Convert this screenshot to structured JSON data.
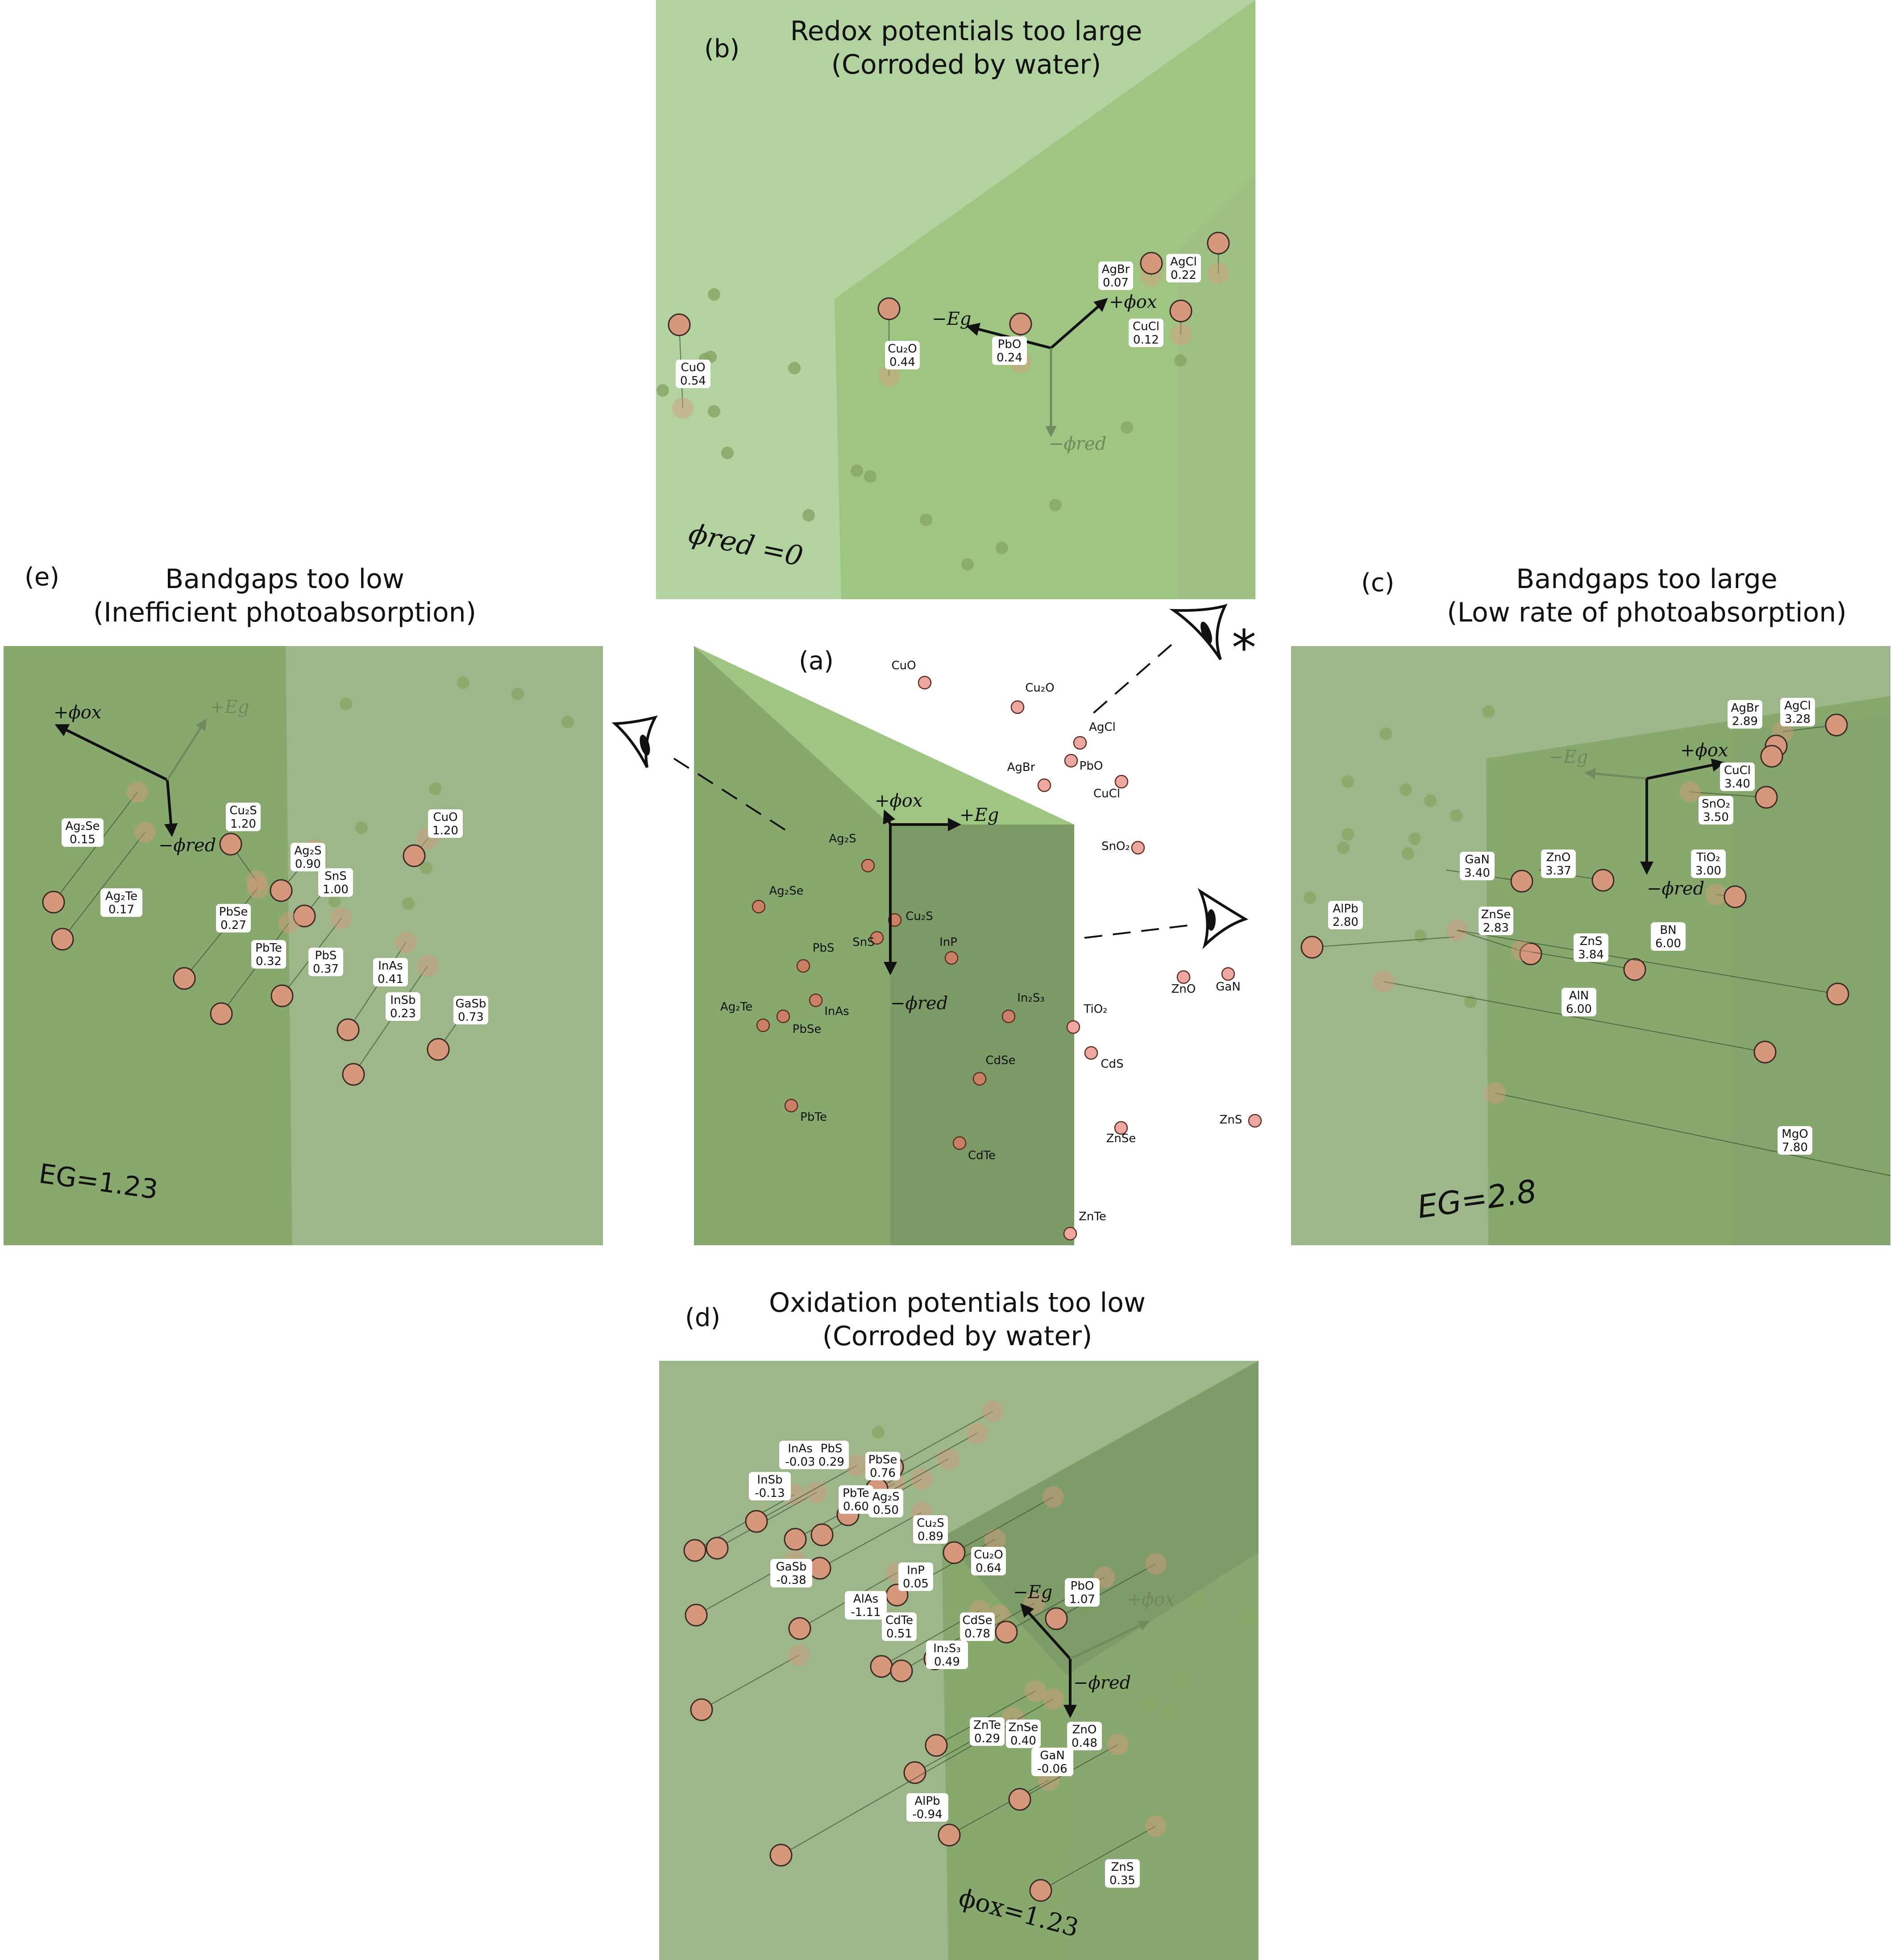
{
  "colors": {
    "green_light": "#b2d3a0",
    "green_mid": "#9fc583",
    "green_sage": "#9db78a",
    "green_dark": "#87a96e",
    "green_darker": "#7c9a66",
    "dot_big": "#d6987c",
    "dot_small": "#eea6a0",
    "dot_dim": "#8aa868"
  },
  "icons": [
    "eye-icon",
    "asterisk-icon"
  ],
  "panels": {
    "a": {
      "label": "(a)",
      "axes": {
        "phi_ox": "+ϕox",
        "e_g": "+Eg",
        "phi_red": "−ϕred"
      },
      "materials": [
        "CuO",
        "Cu₂O",
        "AgCl",
        "AgBr",
        "PbO",
        "CuCl",
        "SnO₂",
        "Ag₂S",
        "Ag₂Se",
        "Cu₂S",
        "SnS",
        "InP",
        "PbS",
        "Ag₂Te",
        "InAs",
        "PbSe",
        "In₂S₃",
        "TiO₂",
        "CdSe",
        "CdS",
        "PbTe",
        "ZnO",
        "GaN",
        "ZnSe",
        "ZnS",
        "CdTe",
        "ZnTe"
      ]
    },
    "b": {
      "label": "(b)",
      "title_1": "Redox potentials too large",
      "title_2": "(Corroded by water)",
      "plane_label": "ϕred =0",
      "axes": {
        "e_g": "−Eg",
        "phi_ox": "+ϕox",
        "phi_red": "−ϕred"
      },
      "materials": [
        {
          "name": "AgBr",
          "value": "0.07"
        },
        {
          "name": "AgCl",
          "value": "0.22"
        },
        {
          "name": "CuCl",
          "value": "0.12"
        },
        {
          "name": "PbO",
          "value": "0.24"
        },
        {
          "name": "Cu₂O",
          "value": "0.44"
        },
        {
          "name": "CuO",
          "value": "0.54"
        }
      ]
    },
    "c": {
      "label": "(c)",
      "title_1": "Bandgaps too large",
      "title_2": "(Low rate of photoabsorption)",
      "plane_label": "EG=2.8",
      "axes": {
        "e_g": "−Eg",
        "phi_ox": "+ϕox",
        "phi_red": "−ϕred"
      },
      "materials": [
        {
          "name": "AgBr",
          "value": "2.89"
        },
        {
          "name": "AgCl",
          "value": "3.28"
        },
        {
          "name": "CuCl",
          "value": "3.40"
        },
        {
          "name": "SnO₂",
          "value": "3.50"
        },
        {
          "name": "GaN",
          "value": "3.40"
        },
        {
          "name": "ZnO",
          "value": "3.37"
        },
        {
          "name": "TiO₂",
          "value": "3.00"
        },
        {
          "name": "AlPb",
          "value": "2.80"
        },
        {
          "name": "ZnSe",
          "value": "2.83"
        },
        {
          "name": "ZnS",
          "value": "3.84"
        },
        {
          "name": "BN",
          "value": "6.00"
        },
        {
          "name": "AlN",
          "value": "6.00"
        },
        {
          "name": "MgO",
          "value": "7.80"
        }
      ]
    },
    "d": {
      "label": "(d)",
      "title_1": "Oxidation potentials too low",
      "title_2": "(Corroded by water)",
      "plane_label": "ϕox=1.23",
      "axes": {
        "e_g": "−Eg",
        "phi_ox": "+ϕox",
        "phi_red": "−ϕred"
      },
      "materials": [
        {
          "name": "InAs",
          "value": "-0.03"
        },
        {
          "name": "PbS",
          "value": "0.29"
        },
        {
          "name": "InSb",
          "value": "-0.13"
        },
        {
          "name": "PbSe",
          "value": "0.76"
        },
        {
          "name": "PbTe",
          "value": "0.60"
        },
        {
          "name": "Ag₂S",
          "value": "0.50"
        },
        {
          "name": "Cu₂S",
          "value": "0.89"
        },
        {
          "name": "GaSb",
          "value": "-0.38"
        },
        {
          "name": "InP",
          "value": "0.05"
        },
        {
          "name": "Cu₂O",
          "value": "0.64"
        },
        {
          "name": "AlAs",
          "value": "-1.11"
        },
        {
          "name": "CdTe",
          "value": "0.51"
        },
        {
          "name": "CdSe",
          "value": "0.78"
        },
        {
          "name": "PbO",
          "value": "1.07"
        },
        {
          "name": "In₂S₃",
          "value": "0.49"
        },
        {
          "name": "ZnTe",
          "value": "0.29"
        },
        {
          "name": "ZnSe",
          "value": "0.40"
        },
        {
          "name": "ZnO",
          "value": "0.48"
        },
        {
          "name": "GaN",
          "value": "-0.06"
        },
        {
          "name": "AlPb",
          "value": "-0.94"
        },
        {
          "name": "ZnS",
          "value": "0.35"
        }
      ]
    },
    "e": {
      "label": "(e)",
      "title_1": "Bandgaps too low",
      "title_2": "(Inefficient photoabsorption)",
      "plane_label": "EG=1.23",
      "axes": {
        "phi_ox": "+ϕox",
        "e_g": "+Eg",
        "phi_red": "−ϕred"
      },
      "materials": [
        {
          "name": "Ag₂Se",
          "value": "0.15"
        },
        {
          "name": "Cu₂S",
          "value": "1.20"
        },
        {
          "name": "Ag₂S",
          "value": "0.90"
        },
        {
          "name": "CuO",
          "value": "1.20"
        },
        {
          "name": "Ag₂Te",
          "value": "0.17"
        },
        {
          "name": "SnS",
          "value": "1.00"
        },
        {
          "name": "PbSe",
          "value": "0.27"
        },
        {
          "name": "PbTe",
          "value": "0.32"
        },
        {
          "name": "PbS",
          "value": "0.37"
        },
        {
          "name": "InAs",
          "value": "0.41"
        },
        {
          "name": "InSb",
          "value": "0.23"
        },
        {
          "name": "GaSb",
          "value": "0.73"
        }
      ]
    }
  }
}
